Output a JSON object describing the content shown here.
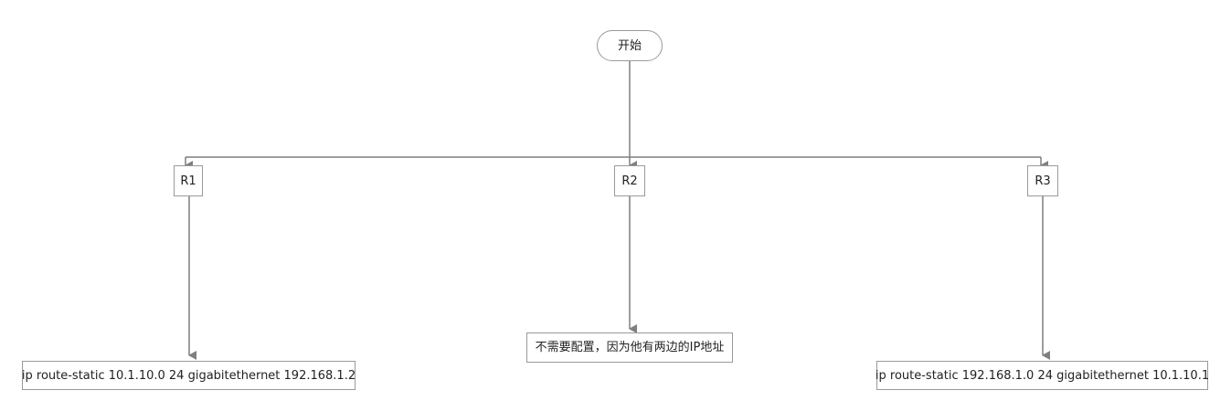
{
  "diagram": {
    "start": {
      "label": "开始"
    },
    "routers": [
      {
        "label": "R1"
      },
      {
        "label": "R2"
      },
      {
        "label": "R3"
      }
    ],
    "configs": [
      {
        "label": "ip route-static 10.1.10.0 24 gigabitethernet 192.168.1.2"
      },
      {
        "label": "不需要配置，因为他有两边的IP地址"
      },
      {
        "label": "ip route-static 192.168.1.0 24 gigabitethernet 10.1.10.1"
      }
    ]
  },
  "colors": {
    "line": "#7f7f7f",
    "border": "#9a9a9a"
  }
}
